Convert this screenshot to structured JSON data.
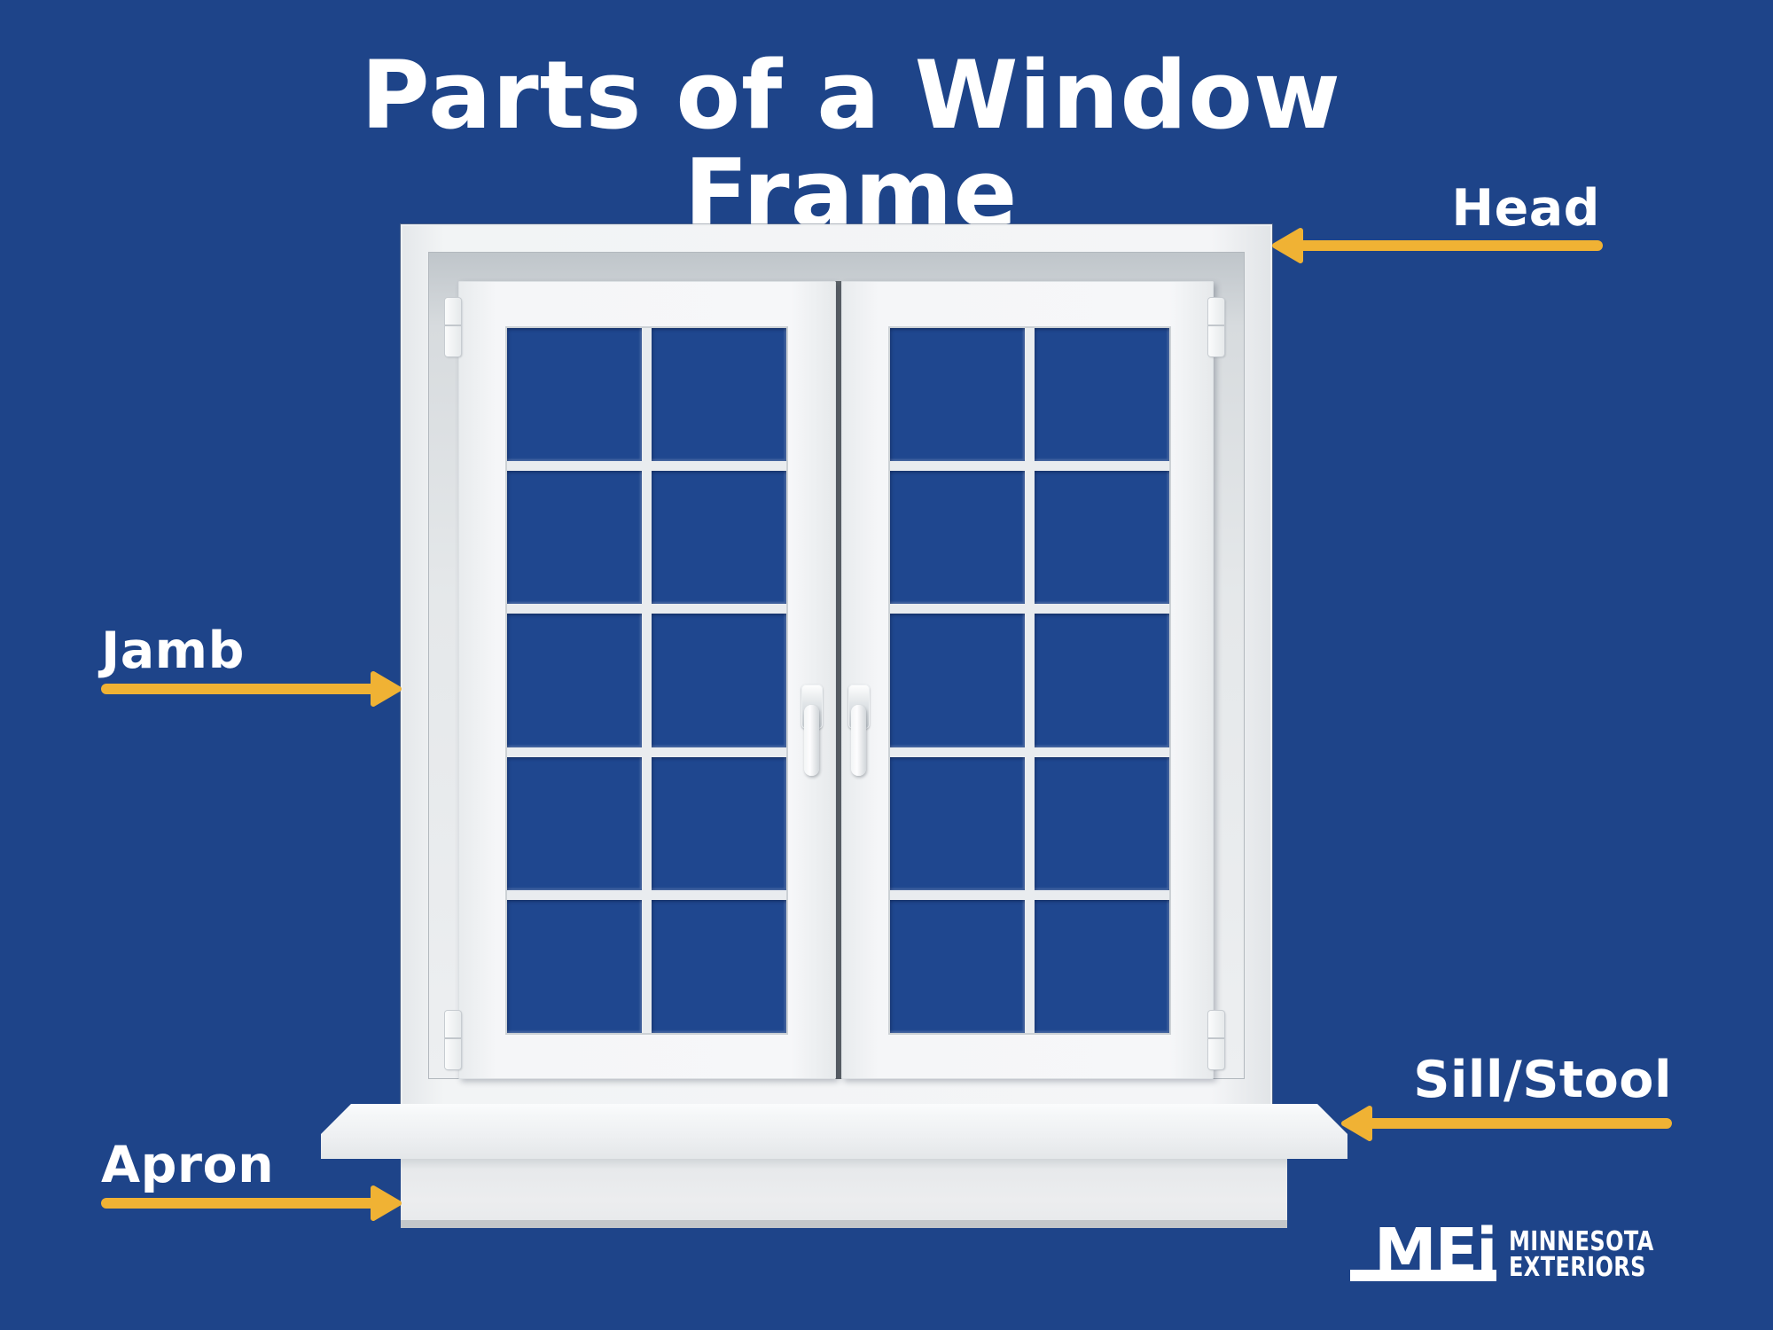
{
  "title": "Parts of a Window Frame",
  "labels": {
    "head": "Head",
    "jamb": "Jamb",
    "sill_stool": "Sill/Stool",
    "apron": "Apron"
  },
  "logo": {
    "mark": "MEi",
    "name_line1": "MINNESOTA",
    "name_line2": "EXTERIORS"
  },
  "colors": {
    "background": "#1e4489",
    "accent_yellow": "#f0b234",
    "text_white": "#ffffff",
    "glass_blue": "#1f478f"
  },
  "window": {
    "sash_count": 2,
    "pane_cols": 2,
    "pane_rows": 5
  }
}
